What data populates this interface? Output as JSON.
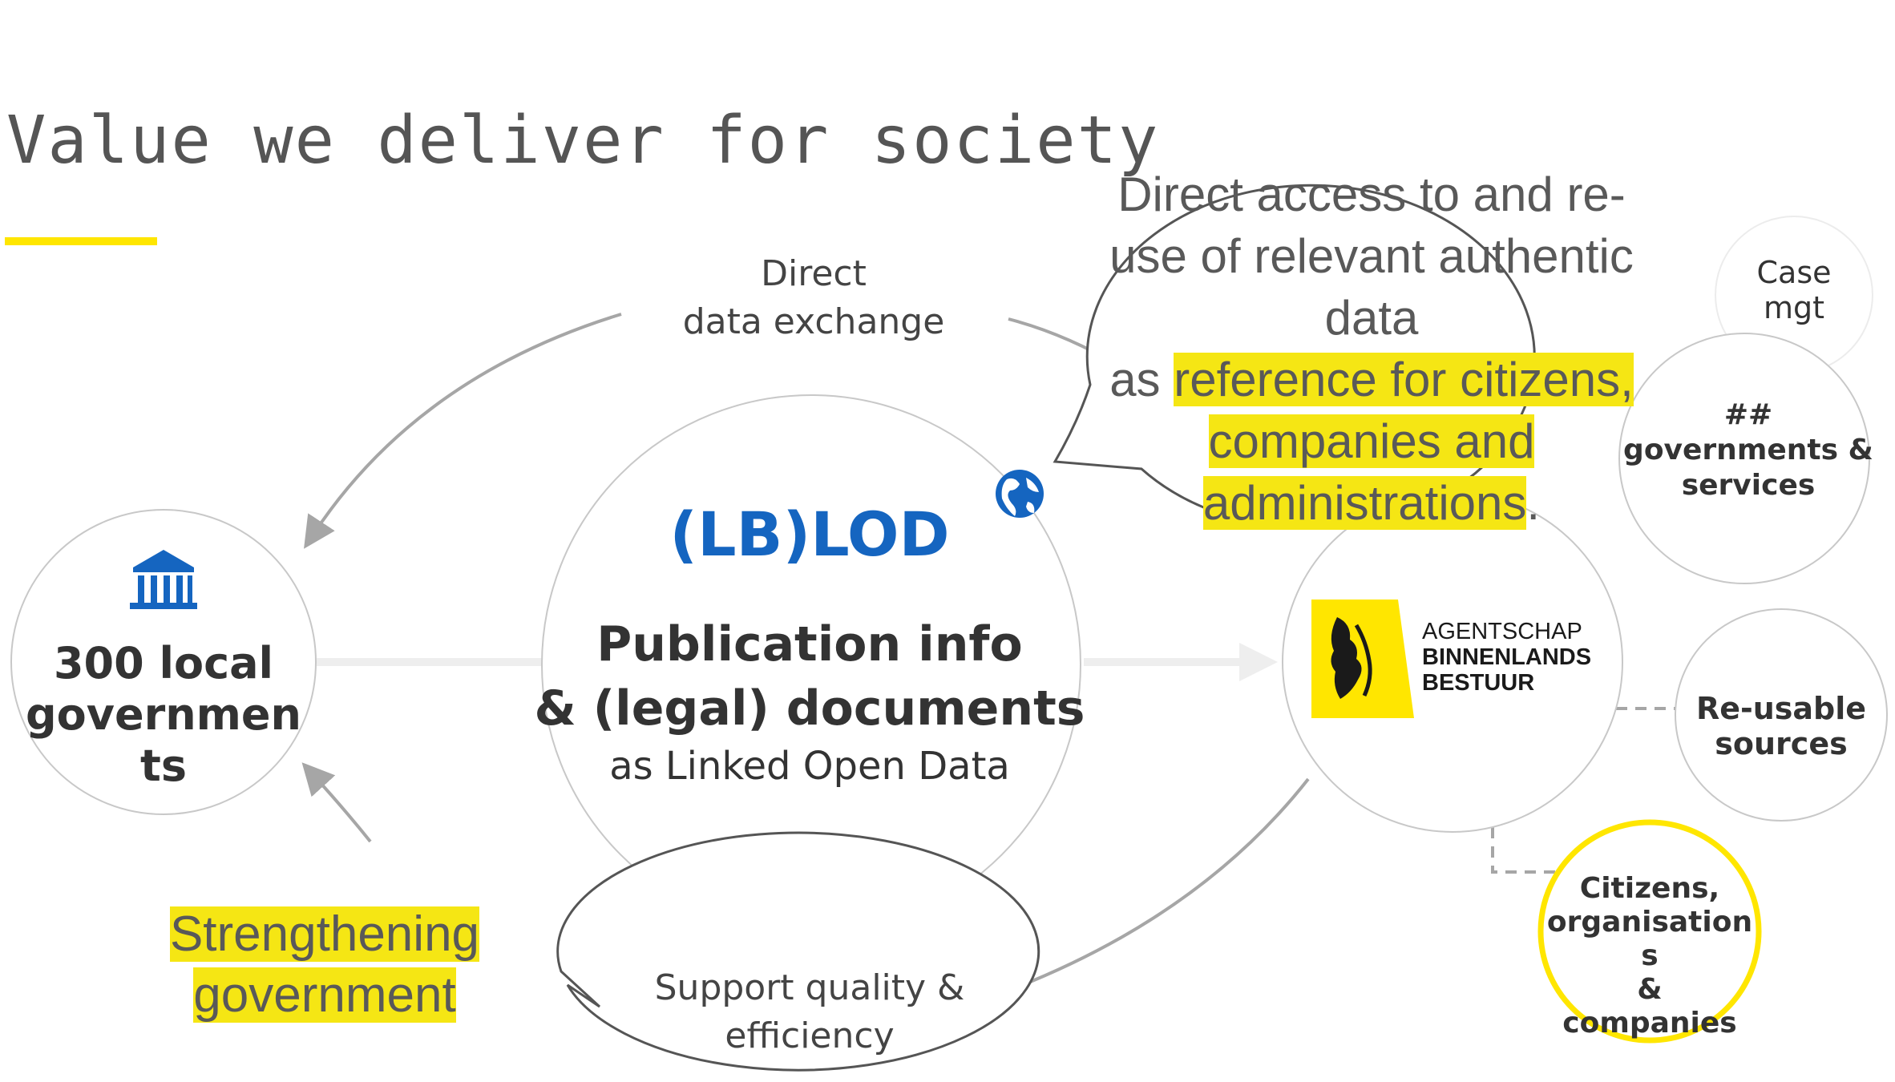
{
  "title": "Value we deliver for society",
  "colors": {
    "accent": "#ffe600",
    "blue": "#1565c0",
    "gray_line": "#a6a6a6"
  },
  "arrows": {
    "top_label_1": "Direct",
    "top_label_2": "data exchange",
    "bottom_label_1": "Support quality &",
    "bottom_label_2": "efficiency"
  },
  "left_node": {
    "icon": "government-building-icon",
    "line1": "300 local",
    "line2": "governmen",
    "line3": "ts"
  },
  "center_node": {
    "heading": "(LB)LOD",
    "line1": "Publication info",
    "line2": "& (legal) documents",
    "line3": "as Linked Open Data",
    "icon": "globe-icon"
  },
  "agency": {
    "logo_icon": "flemish-lion-logo",
    "line1": "AGENTSCHAP",
    "line2": "BINNENLANDS",
    "line3": "BESTUUR"
  },
  "satellites": {
    "case_line1": "Case",
    "case_line2": "mgt",
    "gov_line1": "##",
    "gov_line2": "governments &",
    "gov_line3": "services",
    "reuse_line1": "Re-usable",
    "reuse_line2": "sources",
    "citizens_line1": "Citizens,",
    "citizens_line2": "organisation",
    "citizens_line3": "s",
    "citizens_line4": "&",
    "citizens_line5": "companies"
  },
  "callout_top": {
    "line1": "Direct access to and re-",
    "line2": "use of relevant authentic",
    "line3": "data",
    "line4_prefix": "as ",
    "line4_hl": "reference for citizens,",
    "line5_hl": "companies and",
    "line6_hl": "administrations",
    "line6_suffix": "."
  },
  "callout_bottom": {
    "line1_hl": "Strengthening",
    "line2_hl": "government"
  }
}
